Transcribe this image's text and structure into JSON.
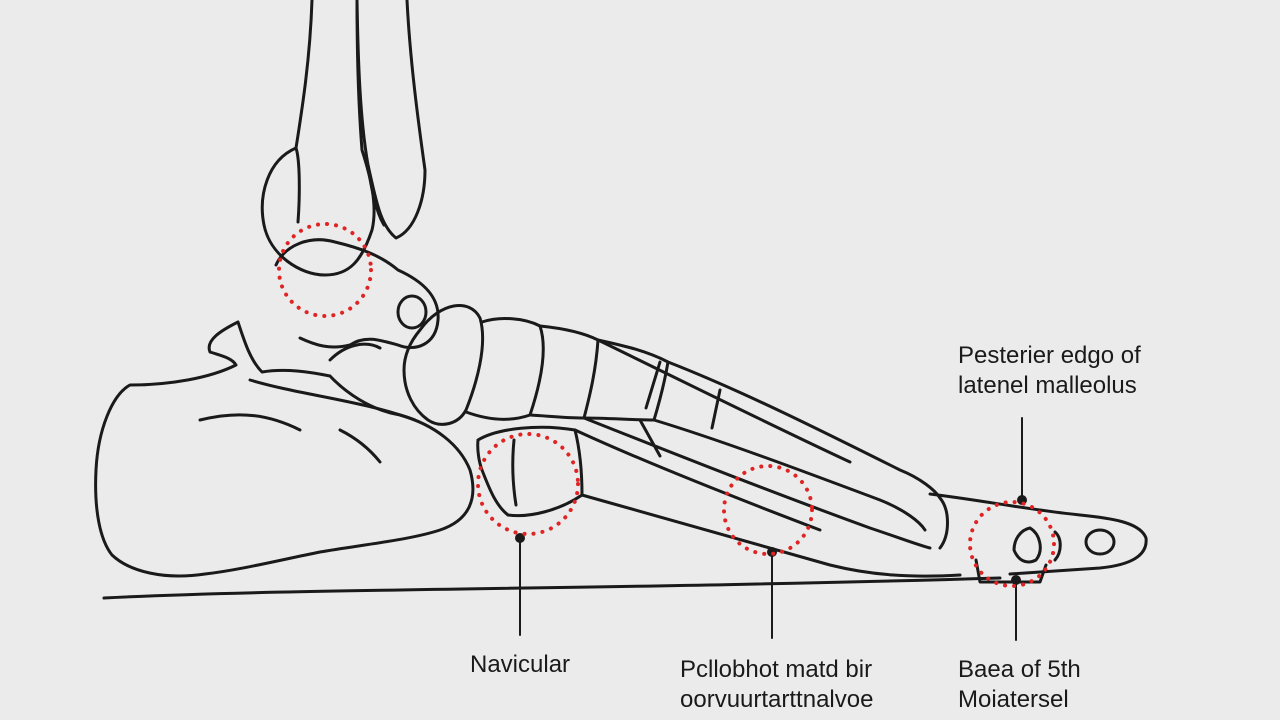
{
  "colors": {
    "background": "#ebebeb",
    "outline": "#1a1a1a",
    "marker": "#e02424"
  },
  "labels": {
    "lateral_malleolus": {
      "line1": "Pesterier edgo of",
      "line2": "latenel malleolus"
    },
    "navicular": {
      "line1": "Navicular"
    },
    "middle": {
      "line1": "Pcllobhot matd bir",
      "line2": "oorvuurtarttnalvoe"
    },
    "fifth_metatarsal": {
      "line1": "Baea of 5th",
      "line2": "Moiatersel"
    }
  },
  "markers": [
    {
      "name": "ankle-marker-circle"
    },
    {
      "name": "navicular-marker-circle"
    },
    {
      "name": "midfoot-marker-circle"
    },
    {
      "name": "fifth-metatarsal-marker-circle"
    }
  ]
}
